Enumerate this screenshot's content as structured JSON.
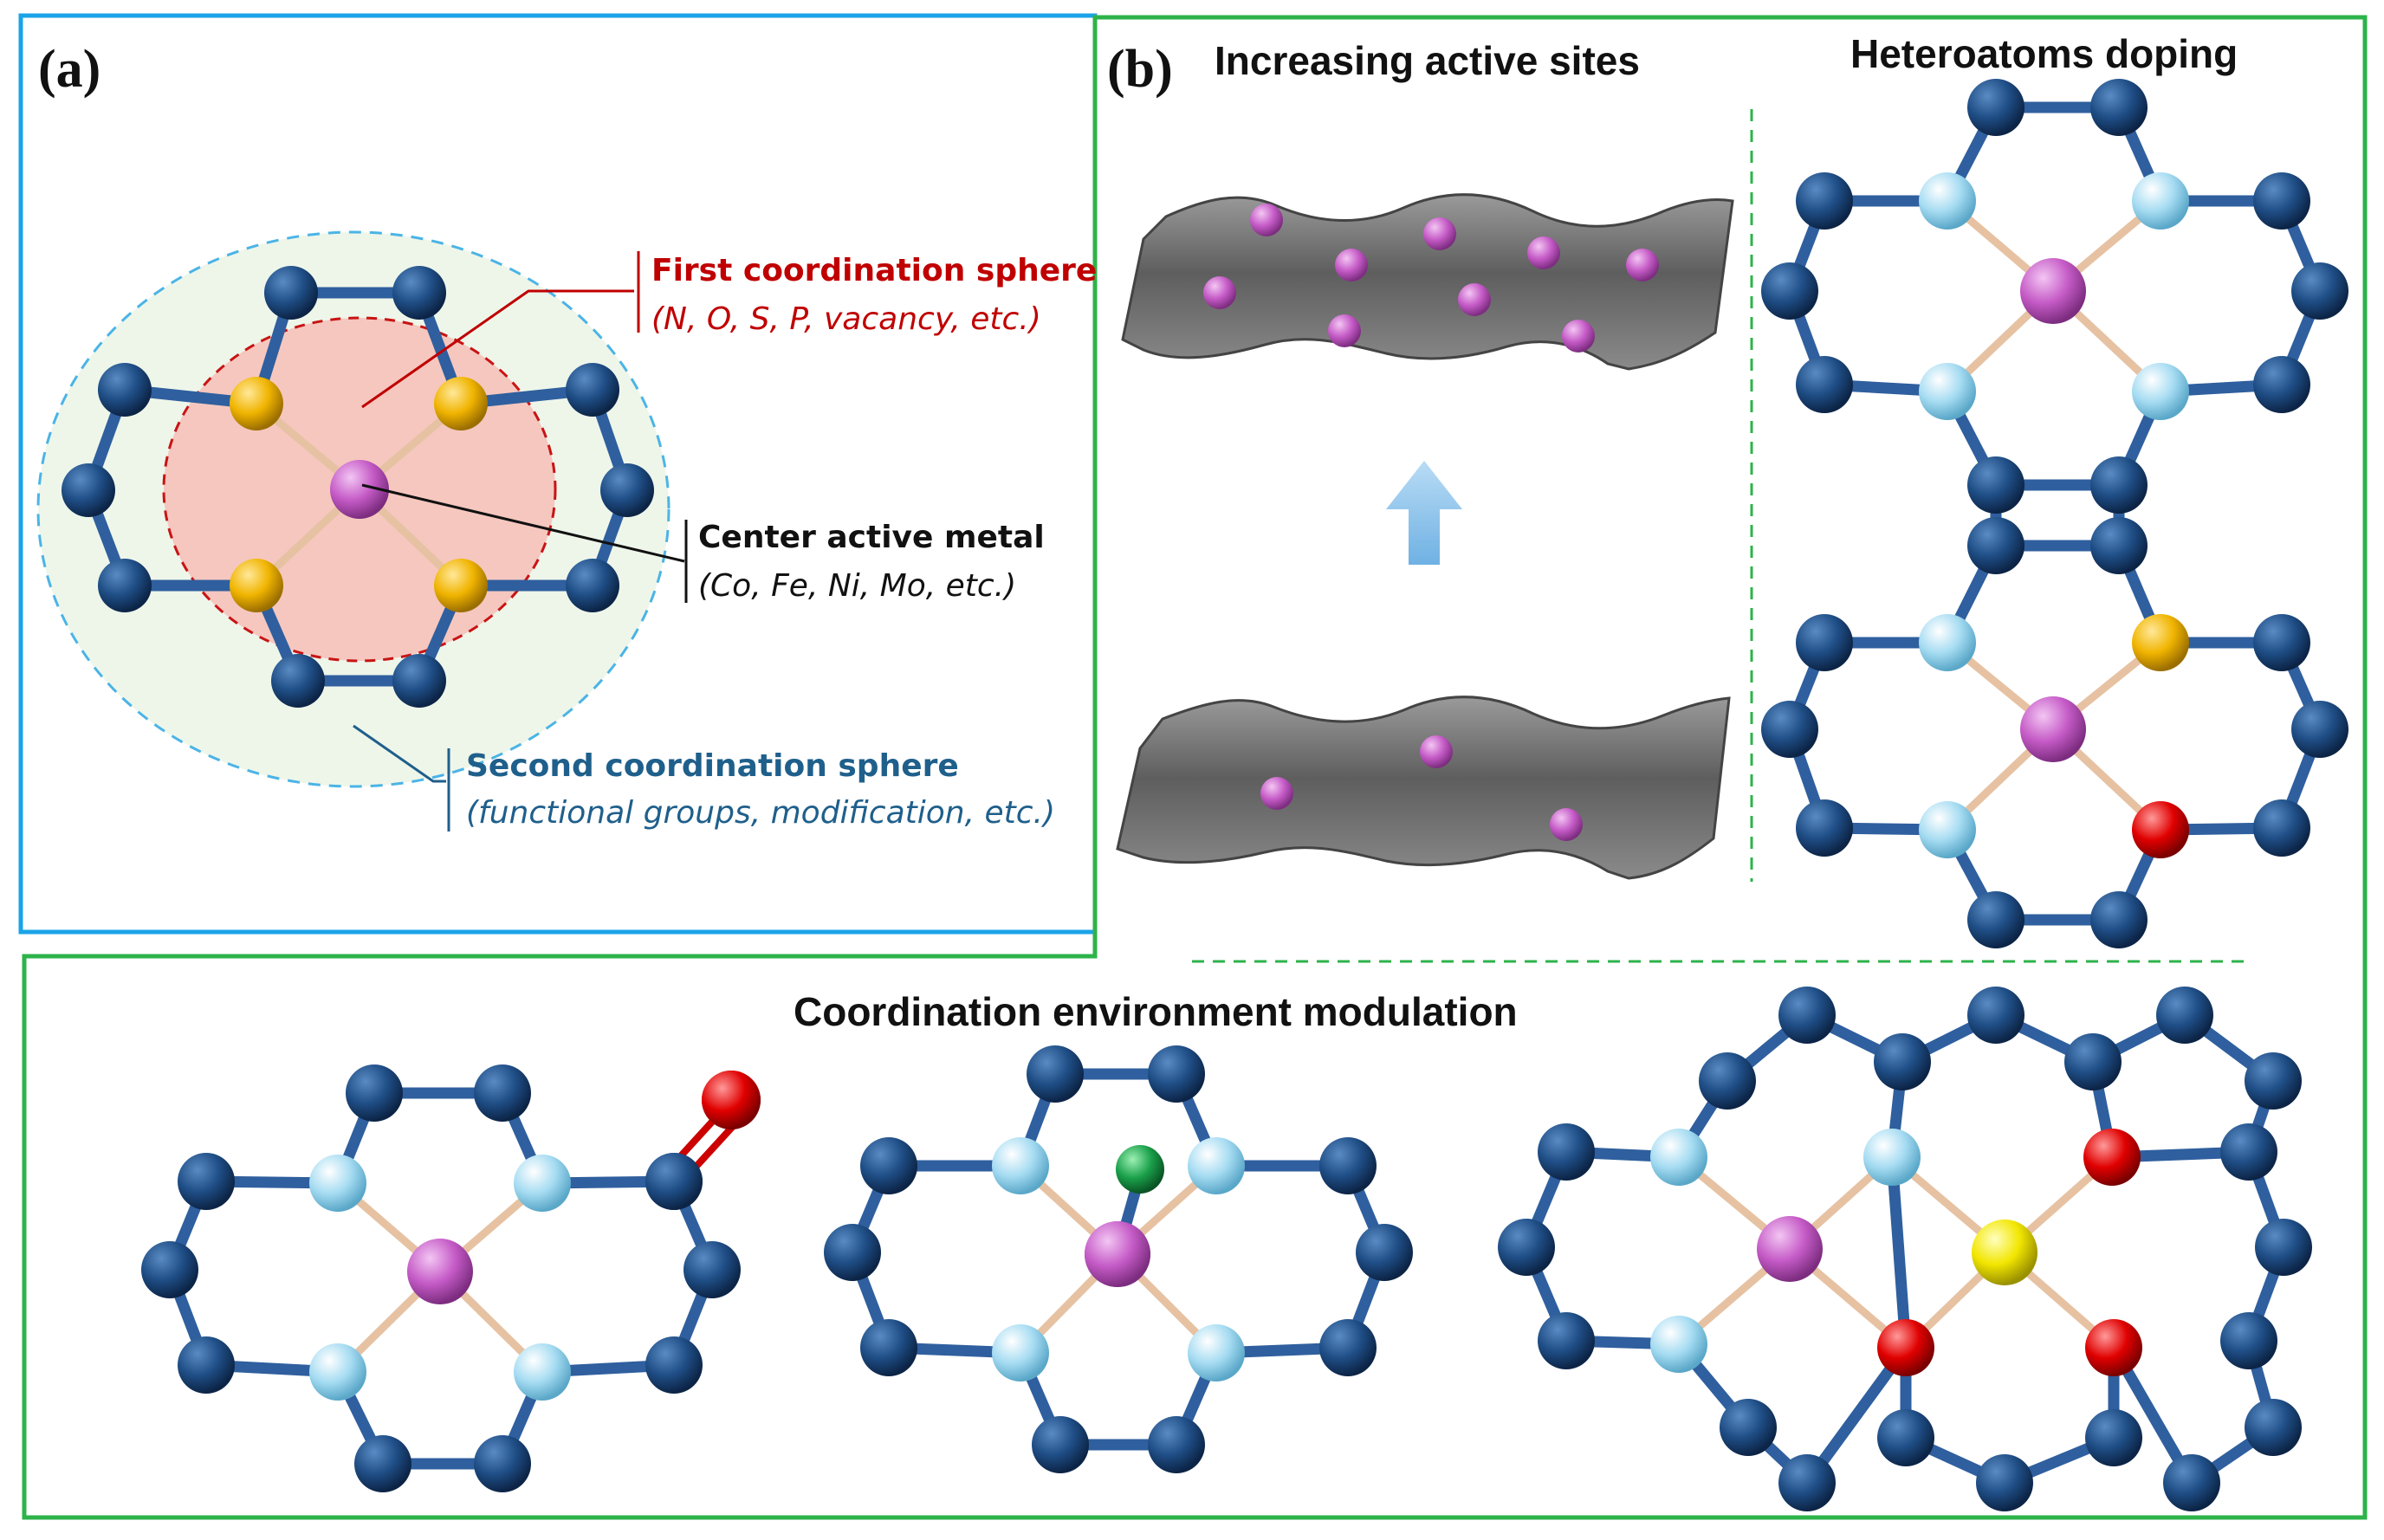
{
  "panel_a": {
    "letter": "(a)",
    "first_sphere": {
      "title": "First coordination sphere",
      "examples": "(N, O, S, P, vacancy, etc.)",
      "color": "#c00000"
    },
    "center_metal": {
      "title": "Center active metal",
      "examples": "(Co, Fe, Ni, Mo, etc.)",
      "color": "#111111"
    },
    "second_sphere": {
      "title": "Second coordination sphere",
      "examples": "(functional groups, modification, etc.)",
      "color": "#1f5f8b"
    }
  },
  "panel_b": {
    "letter": "(b)",
    "increasing_title": "Increasing active sites",
    "heteroatoms_title": "Heteroatoms doping",
    "coordination_title": "Coordination environment modulation"
  },
  "colors": {
    "frame_a": "#1aa3e8",
    "frame_b": "#2db34a",
    "carbon": "#1f4e86",
    "bond": "#2f5f9e",
    "metal": "#c55bc7",
    "heteroatom_yellow": "#f0b400",
    "nitrogen_light": "#a6dcf2",
    "oxygen": "#e00000",
    "sulfur": "#f2e600",
    "green_atom": "#1aa04a",
    "metal_bond": "#e6c2a3",
    "arrow": "#8ec4ea",
    "sheet": "#6f6f6f"
  }
}
